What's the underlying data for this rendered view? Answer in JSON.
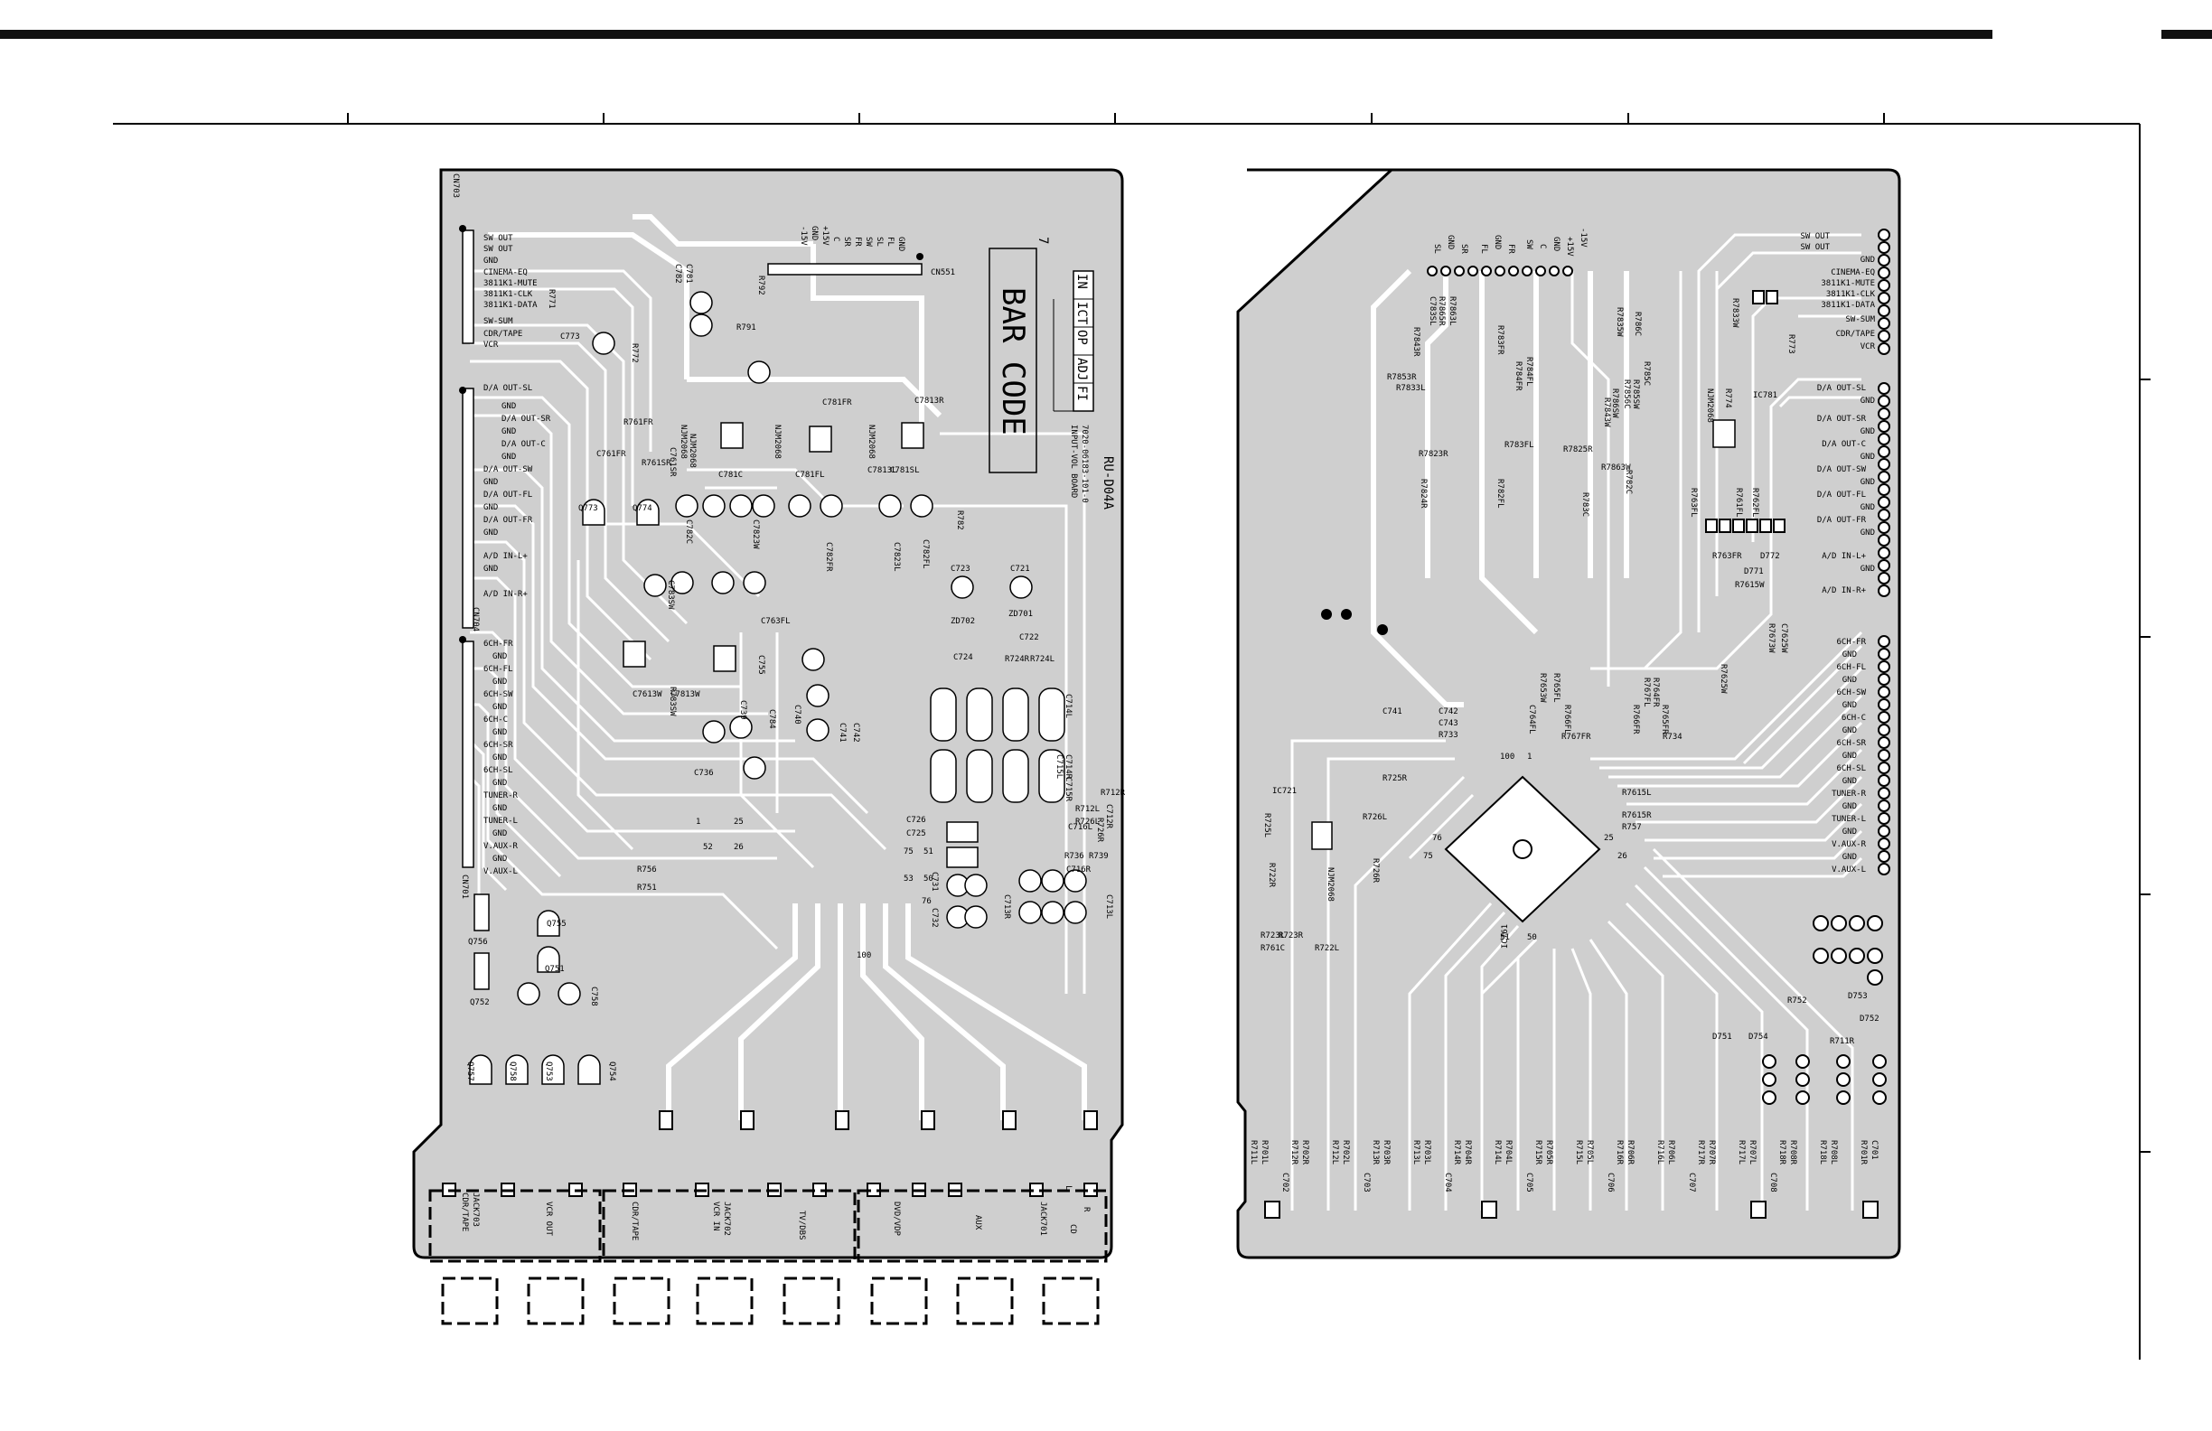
{
  "left_board": {
    "connector_top": "CN703",
    "connector_mid": "CN704",
    "connector_bottom": "CN701",
    "top_signals": [
      "SW OUT",
      "SW OUT",
      "GND",
      "CINEMA-EQ",
      "3811K1-MUTE",
      "3811K1-CLK",
      "3811K1-DATA",
      "SW-SUM",
      "CDR/TAPE",
      "VCR"
    ],
    "mid_signals": [
      "D/A OUT-SL",
      "GND",
      "D/A OUT-SR",
      "GND",
      "D/A OUT-C",
      "GND",
      "D/A OUT-SW",
      "GND",
      "D/A OUT-FL",
      "GND",
      "D/A OUT-FR",
      "GND",
      "A/D IN-L+",
      "GND",
      "A/D IN-R+"
    ],
    "bottom_signals": [
      "6CH-FR",
      "GND",
      "6CH-FL",
      "GND",
      "6CH-SW",
      "GND",
      "6CH-C",
      "GND",
      "6CH-SR",
      "GND",
      "6CH-SL",
      "GND",
      "TUNER-R",
      "GND",
      "TUNER-L",
      "GND",
      "V.AUX-R",
      "GND",
      "V.AUX-L"
    ],
    "header_pins": [
      "-15V",
      "GND",
      "+15V",
      "C",
      "SR",
      "FR",
      "SW",
      "SL",
      "FL",
      "GND"
    ],
    "header_ref": "CN551",
    "bar_code": "BAR CODE",
    "inspection_number": "7",
    "inspection_boxes": [
      "IN",
      "ICT",
      "OP",
      "ADJ",
      "FI"
    ],
    "board_id": "RU-D04A",
    "board_part": "7020-06183-101-0",
    "board_name": "INPUT-VOL BOARD",
    "ic_labels": [
      "NJM2068",
      "NJM2068",
      "NJM2068",
      "NJM2068"
    ],
    "component_refs": [
      "R792",
      "R791",
      "C782",
      "C781",
      "R771",
      "C773",
      "R772",
      "R761FR",
      "C761FR",
      "C761SR",
      "R761SR",
      "C7813R",
      "C7813L",
      "C781FR",
      "C781SL",
      "C781C",
      "C781FL",
      "Q773",
      "Q774",
      "C782C",
      "C7823W",
      "C782FR",
      "R782",
      "C782FL",
      "C7823L",
      "C783SW",
      "C763FL",
      "C7613W",
      "C7813W",
      "R783SW",
      "C755",
      "C784",
      "C736",
      "C740",
      "C741",
      "C742",
      "C739",
      "C723",
      "C721",
      "ZD702",
      "ZD701",
      "C724",
      "C722",
      "C714L",
      "C714R",
      "C716L",
      "C716R",
      "C715L",
      "C715R",
      "C726",
      "C725",
      "C731",
      "C732",
      "C712R",
      "C713L",
      "C713R",
      "R756",
      "R751",
      "Q756",
      "Q755",
      "Q751",
      "Q752",
      "C758",
      "Q757",
      "Q758",
      "Q753",
      "Q754",
      "R724R",
      "R724L",
      "R712R",
      "R712L",
      "R726R",
      "R726L",
      "R736",
      "R739"
    ],
    "jack_labels": [
      "CDR/TAPE",
      "JACK703",
      "VCR OUT",
      "CDR/TAPE",
      "VCR IN",
      "JACK702",
      "TV/DBS",
      "DVD/VDP",
      "AUX",
      "JACK701",
      "CD",
      "R",
      "L"
    ],
    "pin_labels": [
      "25",
      "26",
      "50",
      "51",
      "76",
      "100",
      "75",
      "1",
      "52",
      "53"
    ]
  },
  "right_board": {
    "top_signals": [
      "SW OUT",
      "SW OUT",
      "GND",
      "CINEMA-EQ",
      "3811K1-MUTE",
      "3811K1-CLK",
      "3811K1-DATA",
      "SW-SUM",
      "CDR/TAPE",
      "VCR"
    ],
    "mid_signals": [
      "D/A OUT-SL",
      "GND",
      "D/A OUT-SR",
      "GND",
      "D/A OUT-C",
      "GND",
      "D/A OUT-SW",
      "GND",
      "D/A OUT-FL",
      "GND",
      "D/A OUT-FR",
      "GND",
      "A/D IN-L+",
      "GND",
      "A/D IN-R+"
    ],
    "bottom_signals": [
      "6CH-FR",
      "GND",
      "6CH-FL",
      "GND",
      "6CH-SW",
      "GND",
      "6CH-C",
      "GND",
      "6CH-SR",
      "GND",
      "6CH-SL",
      "GND",
      "TUNER-R",
      "GND",
      "TUNER-L",
      "GND",
      "V.AUX-R",
      "GND",
      "V.AUX-L"
    ],
    "header_pins": [
      "SL",
      "GND",
      "SR",
      "FL",
      "GND",
      "FR",
      "SW",
      "C",
      "GND",
      "+15V",
      "-15V"
    ],
    "ic_labels": [
      "NJM2068",
      "NJM2068",
      "IC761"
    ],
    "component_refs": [
      "R7843R",
      "R7853R",
      "C783SL",
      "R7865R",
      "R7833L",
      "R7863L",
      "R783FR",
      "R7823R",
      "R7824R",
      "R784FR",
      "R783FL",
      "R782FL",
      "R784FL",
      "R7825R",
      "R7835W",
      "R7856C",
      "R785SW",
      "R785C",
      "R786C",
      "R786SW",
      "R7863W",
      "R783C",
      "R782C",
      "R7843W",
      "R7833W",
      "R773",
      "R774",
      "IC781",
      "R761FL",
      "R762FL",
      "R763FL",
      "R763FR",
      "D772",
      "D771",
      "R7615W",
      "R7673W",
      "C7625W",
      "R7625W",
      "R7653W",
      "R765FL",
      "C764FL",
      "R766FL",
      "R767FL",
      "R764FR",
      "R765FR",
      "R766FR",
      "R767FR",
      "R734",
      "C741",
      "C742",
      "C743",
      "R733",
      "R725R",
      "IC721",
      "R725L",
      "R726L",
      "R726R",
      "R722R",
      "R723R",
      "R722L",
      "R723L",
      "R761C",
      "R7615L",
      "R7615R",
      "R757",
      "R752",
      "D753",
      "D752",
      "D751",
      "D754",
      "R711R",
      "R711L",
      "R712R",
      "R712L",
      "R713R",
      "R713L",
      "R714R",
      "R714L",
      "R715R",
      "R715L",
      "R716R",
      "R716L",
      "R717R",
      "R717L",
      "R718R",
      "R718L",
      "R701R",
      "R701L",
      "R702R",
      "R702L",
      "R703R",
      "R703L",
      "R704R",
      "R704L",
      "R705R",
      "R705L",
      "R706R",
      "R706L",
      "R707R",
      "R707L",
      "R708R",
      "R708L",
      "C701",
      "C702",
      "C703",
      "C704",
      "C705",
      "C706",
      "C707",
      "C708"
    ],
    "pin_labels": [
      "1",
      "25",
      "26",
      "50",
      "51",
      "75",
      "76",
      "100"
    ]
  }
}
